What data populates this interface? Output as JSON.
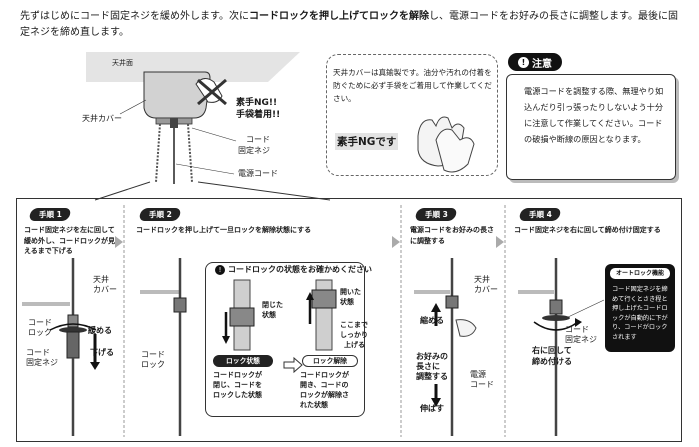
{
  "intro": {
    "part1": "先ずはじめにコード固定ネジを緩め外します。次に",
    "bold1": "コードロックを押し上げてロックを解除",
    "part2": "し、電源コードをお好みの長さに調整します。最後に固定ネジを締め直します。"
  },
  "top_illust": {
    "ceiling": "天井面",
    "cover": "天井カバー",
    "ng_line1": "素手NG!!",
    "ng_line2": "手袋着用!!",
    "screw_line1": "コード",
    "screw_line2": "固定ネジ",
    "power_cord": "電源コード"
  },
  "note": {
    "text": "天井カバーは真鍮製です。油分や汚れの付着を防ぐために必ず手袋をご着用して作業してください。",
    "ng": "素手NGです"
  },
  "caution": {
    "title": "注意",
    "text": "電源コードを調整する際、無理やり如込んだり引っ張ったりしないよう十分に注意して作業してください。コードの破損や断線の原因となります。"
  },
  "steps": [
    {
      "header": "手順 1",
      "desc": "コード固定ネジを左に回して緩め外し、コードロックが見えるまで下げる"
    },
    {
      "header": "手順 2",
      "desc": "コードロックを押し上げて一旦ロックを解除状態にする"
    },
    {
      "header": "手順 3",
      "desc": "電源コードをお好みの長さに調整する"
    },
    {
      "header": "手順 4",
      "desc": "コード固定ネジを右に回して締め付け固定する"
    }
  ],
  "step1": {
    "cover_line1": "天井",
    "cover_line2": "カバー",
    "lock_line1": "コード",
    "lock_line2": "ロック",
    "screw_line1": "コード",
    "screw_line2": "固定ネジ",
    "loosen": "緩める",
    "lower": "下げる"
  },
  "step2": {
    "lock_line1": "コード",
    "lock_line2": "ロック",
    "check_title": "コードロックの状態をお確かめください",
    "closed_line1": "閉じた",
    "closed_line2": "状態",
    "open_line1": "開いた",
    "open_line2": "状態",
    "push_line1": "ここまで",
    "push_line2": "しっかり",
    "push_line3": "上げる",
    "locked_pill": "ロック状態",
    "unlocked_pill": "ロック解除",
    "locked_desc_1": "コードロックが",
    "locked_desc_2": "閉じ、コードを",
    "locked_desc_3": "ロックした状態",
    "unlocked_desc_1": "コードロックが",
    "unlocked_desc_2": "開き、コードの",
    "unlocked_desc_3": "ロックが解除さ",
    "unlocked_desc_4": "れた状態"
  },
  "step3": {
    "cover_line1": "天井",
    "cover_line2": "カバー",
    "shorten": "縮める",
    "length_1": "お好みの",
    "length_2": "長さに",
    "length_3": "調整する",
    "cord_1": "電源",
    "cord_2": "コード",
    "extend": "伸ばす"
  },
  "step4": {
    "auto_title": "オートロック機能",
    "auto_text": "コード固定ネジを締めて行くとさき程と押し上げたコードロックが自動的に下がり、コードがロックされます",
    "screw_line1": "コード",
    "screw_line2": "固定ネジ",
    "tighten_1": "右に回して",
    "tighten_2": "締め付ける"
  }
}
